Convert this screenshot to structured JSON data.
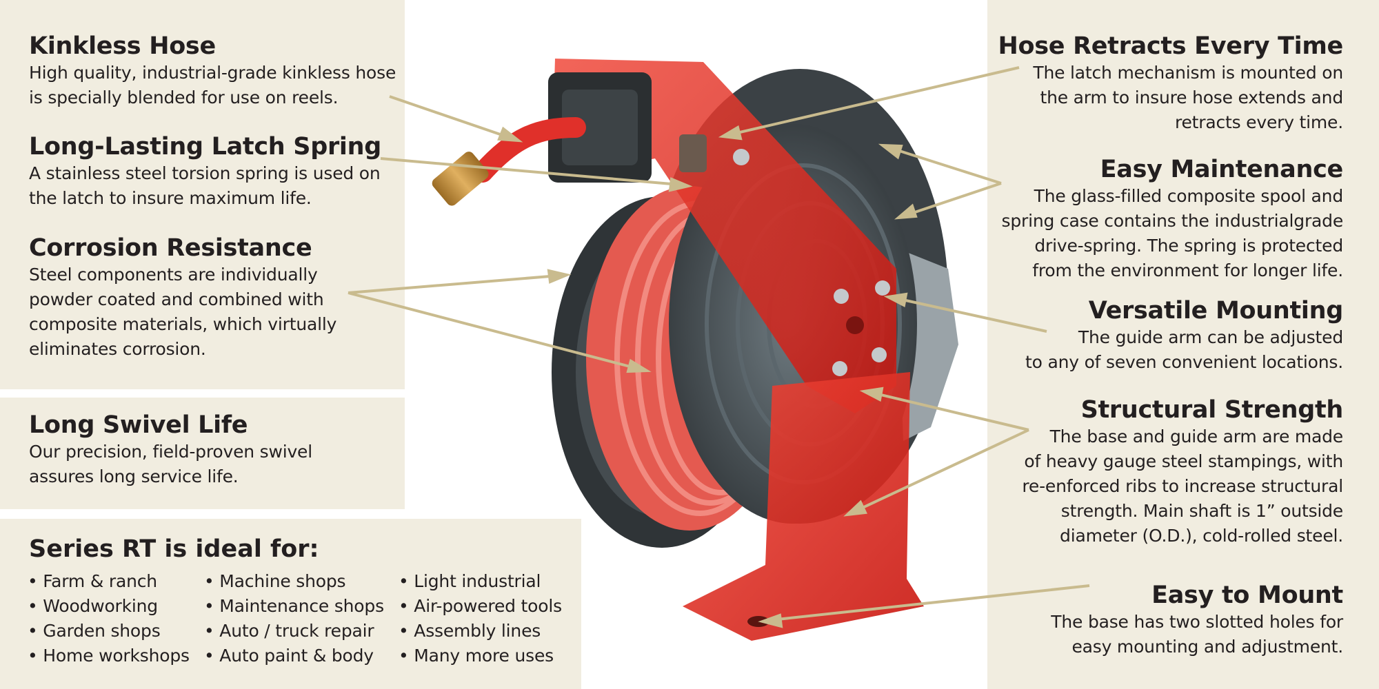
{
  "features_left": [
    {
      "id": "kinkless",
      "title": "Kinkless Hose",
      "lines": [
        "High quality, industrial-grade kinkless hose",
        "is specially blended for use on reels."
      ]
    },
    {
      "id": "latch-spring",
      "title": "Long-Lasting Latch Spring",
      "lines": [
        "A stainless steel torsion spring is used on",
        "the latch to insure maximum life."
      ]
    },
    {
      "id": "corrosion",
      "title": "Corrosion Resistance",
      "lines": [
        "Steel components are individually",
        "powder coated and combined with",
        "composite materials, which virtually",
        "eliminates corrosion."
      ]
    },
    {
      "id": "swivel",
      "title": "Long Swivel Life",
      "lines": [
        "Our precision, field-proven swivel",
        "assures long service life."
      ]
    }
  ],
  "features_right": [
    {
      "id": "retracts",
      "title": "Hose Retracts Every Time",
      "lines": [
        "The latch mechanism is mounted on",
        "the arm to insure hose extends and",
        "retracts every time."
      ]
    },
    {
      "id": "maintenance",
      "title": "Easy Maintenance",
      "lines": [
        "The glass-filled composite spool and",
        "spring case contains the industrialgrade",
        "drive-spring. The spring is protected",
        "from the environment for longer life."
      ]
    },
    {
      "id": "mounting",
      "title": "Versatile Mounting",
      "lines": [
        "The guide arm can be adjusted",
        "to any of seven convenient locations."
      ]
    },
    {
      "id": "strength",
      "title": "Structural Strength",
      "lines": [
        "The base and guide arm are made",
        "of heavy gauge steel stampings, with",
        "re-enforced ribs to increase structural",
        "strength. Main shaft is 1” outside",
        "diameter (O.D.), cold-rolled steel."
      ]
    },
    {
      "id": "mount",
      "title": "Easy to Mount",
      "lines": [
        "The base has two slotted holes for",
        "easy mounting and adjustment."
      ]
    }
  ],
  "series": {
    "title": "Series RT is ideal for:",
    "columns": [
      [
        "• Farm & ranch",
        "• Woodworking",
        "• Garden shops",
        "• Home workshops"
      ],
      [
        "• Machine shops",
        "• Maintenance shops",
        "• Auto / truck repair",
        "• Auto paint & body"
      ],
      [
        "• Light industrial",
        "• Air-powered tools",
        "• Assembly lines",
        "• Many more uses"
      ]
    ]
  },
  "colors": {
    "panel": "#f1ede0",
    "text": "#231f20",
    "leader": "#c9bb8e",
    "reel_red": "#e8261c",
    "reel_dark": "#2f3437"
  }
}
